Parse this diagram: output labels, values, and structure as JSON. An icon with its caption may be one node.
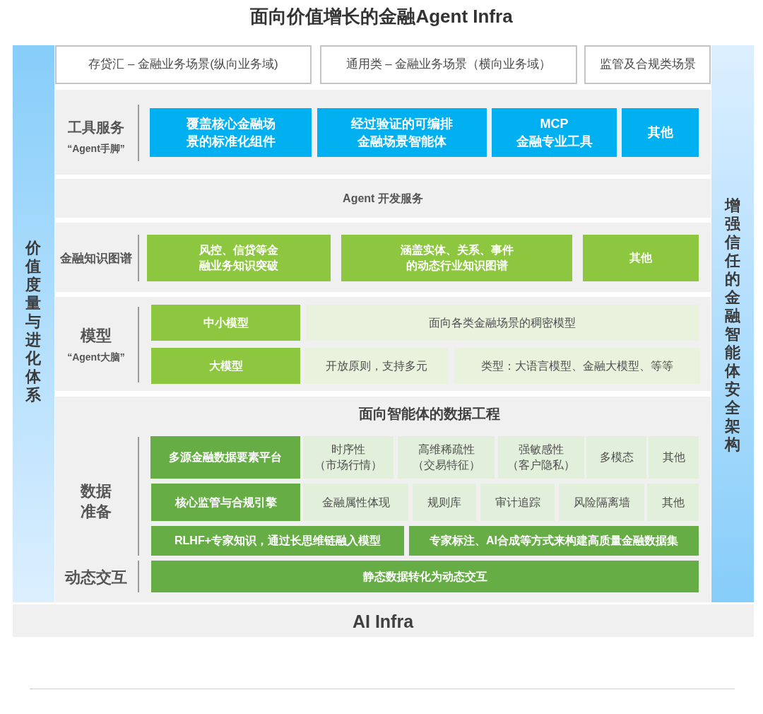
{
  "diagram": {
    "title": "面向价值增长的金融Agent Infra",
    "nodes": [
      {
        "text": [
          "价值度量与进化体系"
        ]
      },
      {
        "text": [
          "存贷汇 – 金融业务场景(纵向业务域)"
        ]
      },
      {
        "text": [
          "通用类 – 金融业务场景（横向业务域）"
        ]
      },
      {
        "text": [
          "监管及合规类场景"
        ]
      },
      {
        "text": [
          "增强信任的金融智能体安全架构"
        ]
      },
      {
        "text": [
          "工具服务",
          "“Agent手脚”"
        ]
      },
      {
        "text": [
          "覆盖核心金融场景的标准化组件"
        ],
        "in": 5
      },
      {
        "text": [
          "经过验证的可编排金融场景智能体"
        ],
        "in": 5
      },
      {
        "text": [
          "MCP 金融专业工具"
        ],
        "in": 5
      },
      {
        "text": [
          "其他"
        ],
        "in": 5
      },
      {
        "text": [
          "Agent 开发服务"
        ]
      },
      {
        "text": [
          "金融知识图谱"
        ]
      },
      {
        "text": [
          "风控、信贷等金融业务知识突破"
        ],
        "in": 11
      },
      {
        "text": [
          "涵盖实体、关系、事件的动态行业知识图谱"
        ],
        "in": 11
      },
      {
        "text": [
          "其他"
        ],
        "in": 11
      },
      {
        "text": [
          "模型",
          "“Agent大脑”"
        ]
      },
      {
        "text": [
          "中小模型"
        ],
        "in": 15
      },
      {
        "text": [
          "面向各类金融场景的稠密模型"
        ],
        "in": 15
      },
      {
        "text": [
          "大模型"
        ],
        "in": 15
      },
      {
        "text": [
          "开放原则，支持多元"
        ],
        "in": 15
      },
      {
        "text": [
          "类型：大语言模型、金融大模型、等等"
        ],
        "in": 15
      },
      {
        "text": [
          "面向智能体的数据工程",
          "数据准备",
          "动态交互"
        ]
      },
      {
        "text": [
          "多源金融数据要素平台"
        ],
        "in": 21
      },
      {
        "text": [
          "时序性（市场行情）"
        ],
        "in": 21
      },
      {
        "text": [
          "高维稀疏性（交易特征）"
        ],
        "in": 21
      },
      {
        "text": [
          "强敏感性（客户隐私）"
        ],
        "in": 21
      },
      {
        "text": [
          "多模态"
        ],
        "in": 21
      },
      {
        "text": [
          "其他"
        ],
        "in": 21
      },
      {
        "text": [
          "核心监管与合规引擎"
        ],
        "in": 21
      },
      {
        "text": [
          "金融属性体现"
        ],
        "in": 21
      },
      {
        "text": [
          "规则库"
        ],
        "in": 21
      },
      {
        "text": [
          "审计追踪"
        ],
        "in": 21
      },
      {
        "text": [
          "风险隔离墙"
        ],
        "in": 21
      },
      {
        "text": [
          "其他"
        ],
        "in": 21
      },
      {
        "text": [
          "RLHF+专家知识，通过长思维链融入模型"
        ],
        "in": 21
      },
      {
        "text": [
          "专家标注、AI合成等方式来构建高质量金融数据集"
        ],
        "in": 21
      },
      {
        "text": [
          "静态数据转化为动态交互"
        ],
        "in": 21
      },
      {
        "text": [
          "AI Infra"
        ]
      }
    ]
  }
}
